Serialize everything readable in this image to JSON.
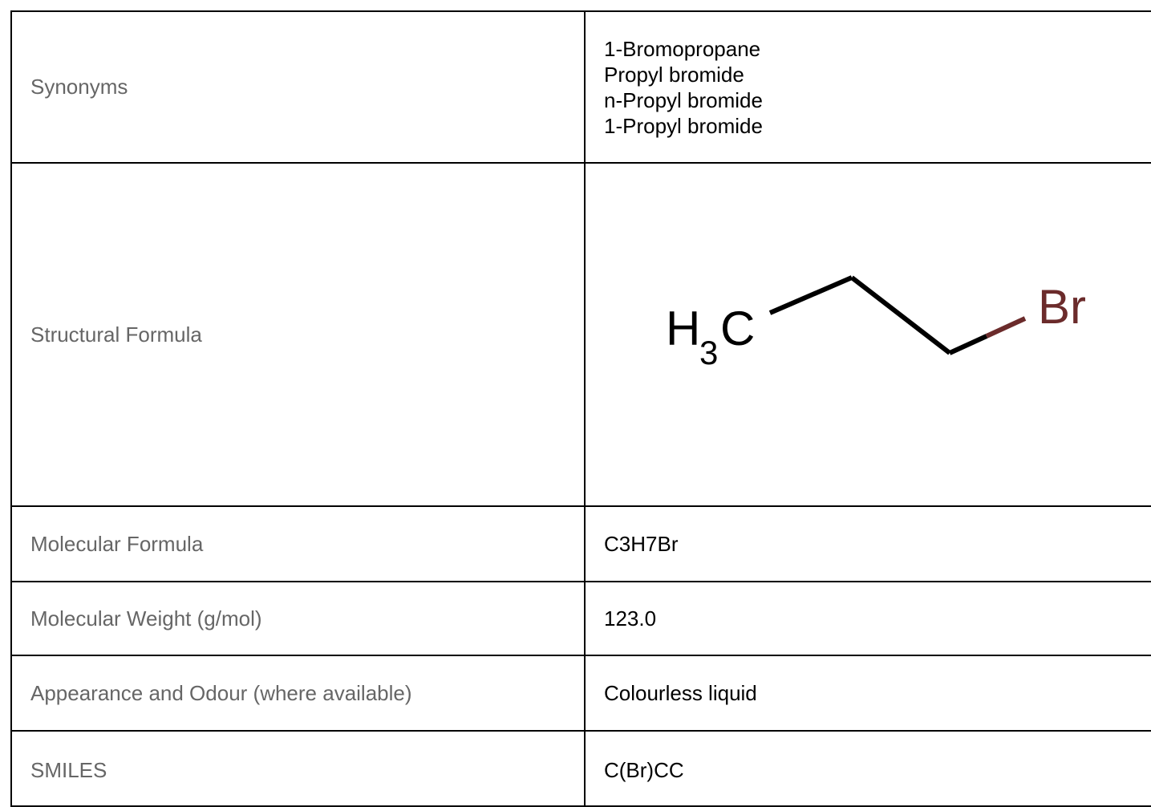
{
  "rows": {
    "synonyms": {
      "label": "Synonyms",
      "values": [
        "1-Bromopropane",
        "Propyl bromide",
        "n-Propyl bromide",
        "1-Propyl bromide"
      ]
    },
    "structural_formula": {
      "label": "Structural Formula",
      "atoms": {
        "ch3_h": "H",
        "ch3_sub": "3",
        "ch3_c": "C",
        "br": "Br"
      },
      "colors": {
        "bond": "#000000",
        "br_bond": "#6b2b2b",
        "br_label": "#6b2b2b"
      }
    },
    "molecular_formula": {
      "label": "Molecular Formula",
      "value": "C3H7Br"
    },
    "molecular_weight": {
      "label": "Molecular Weight (g/mol)",
      "value": "123.0"
    },
    "appearance": {
      "label": "Appearance and Odour (where available)",
      "value": "Colourless liquid"
    },
    "smiles": {
      "label": "SMILES",
      "value": "C(Br)CC"
    }
  }
}
